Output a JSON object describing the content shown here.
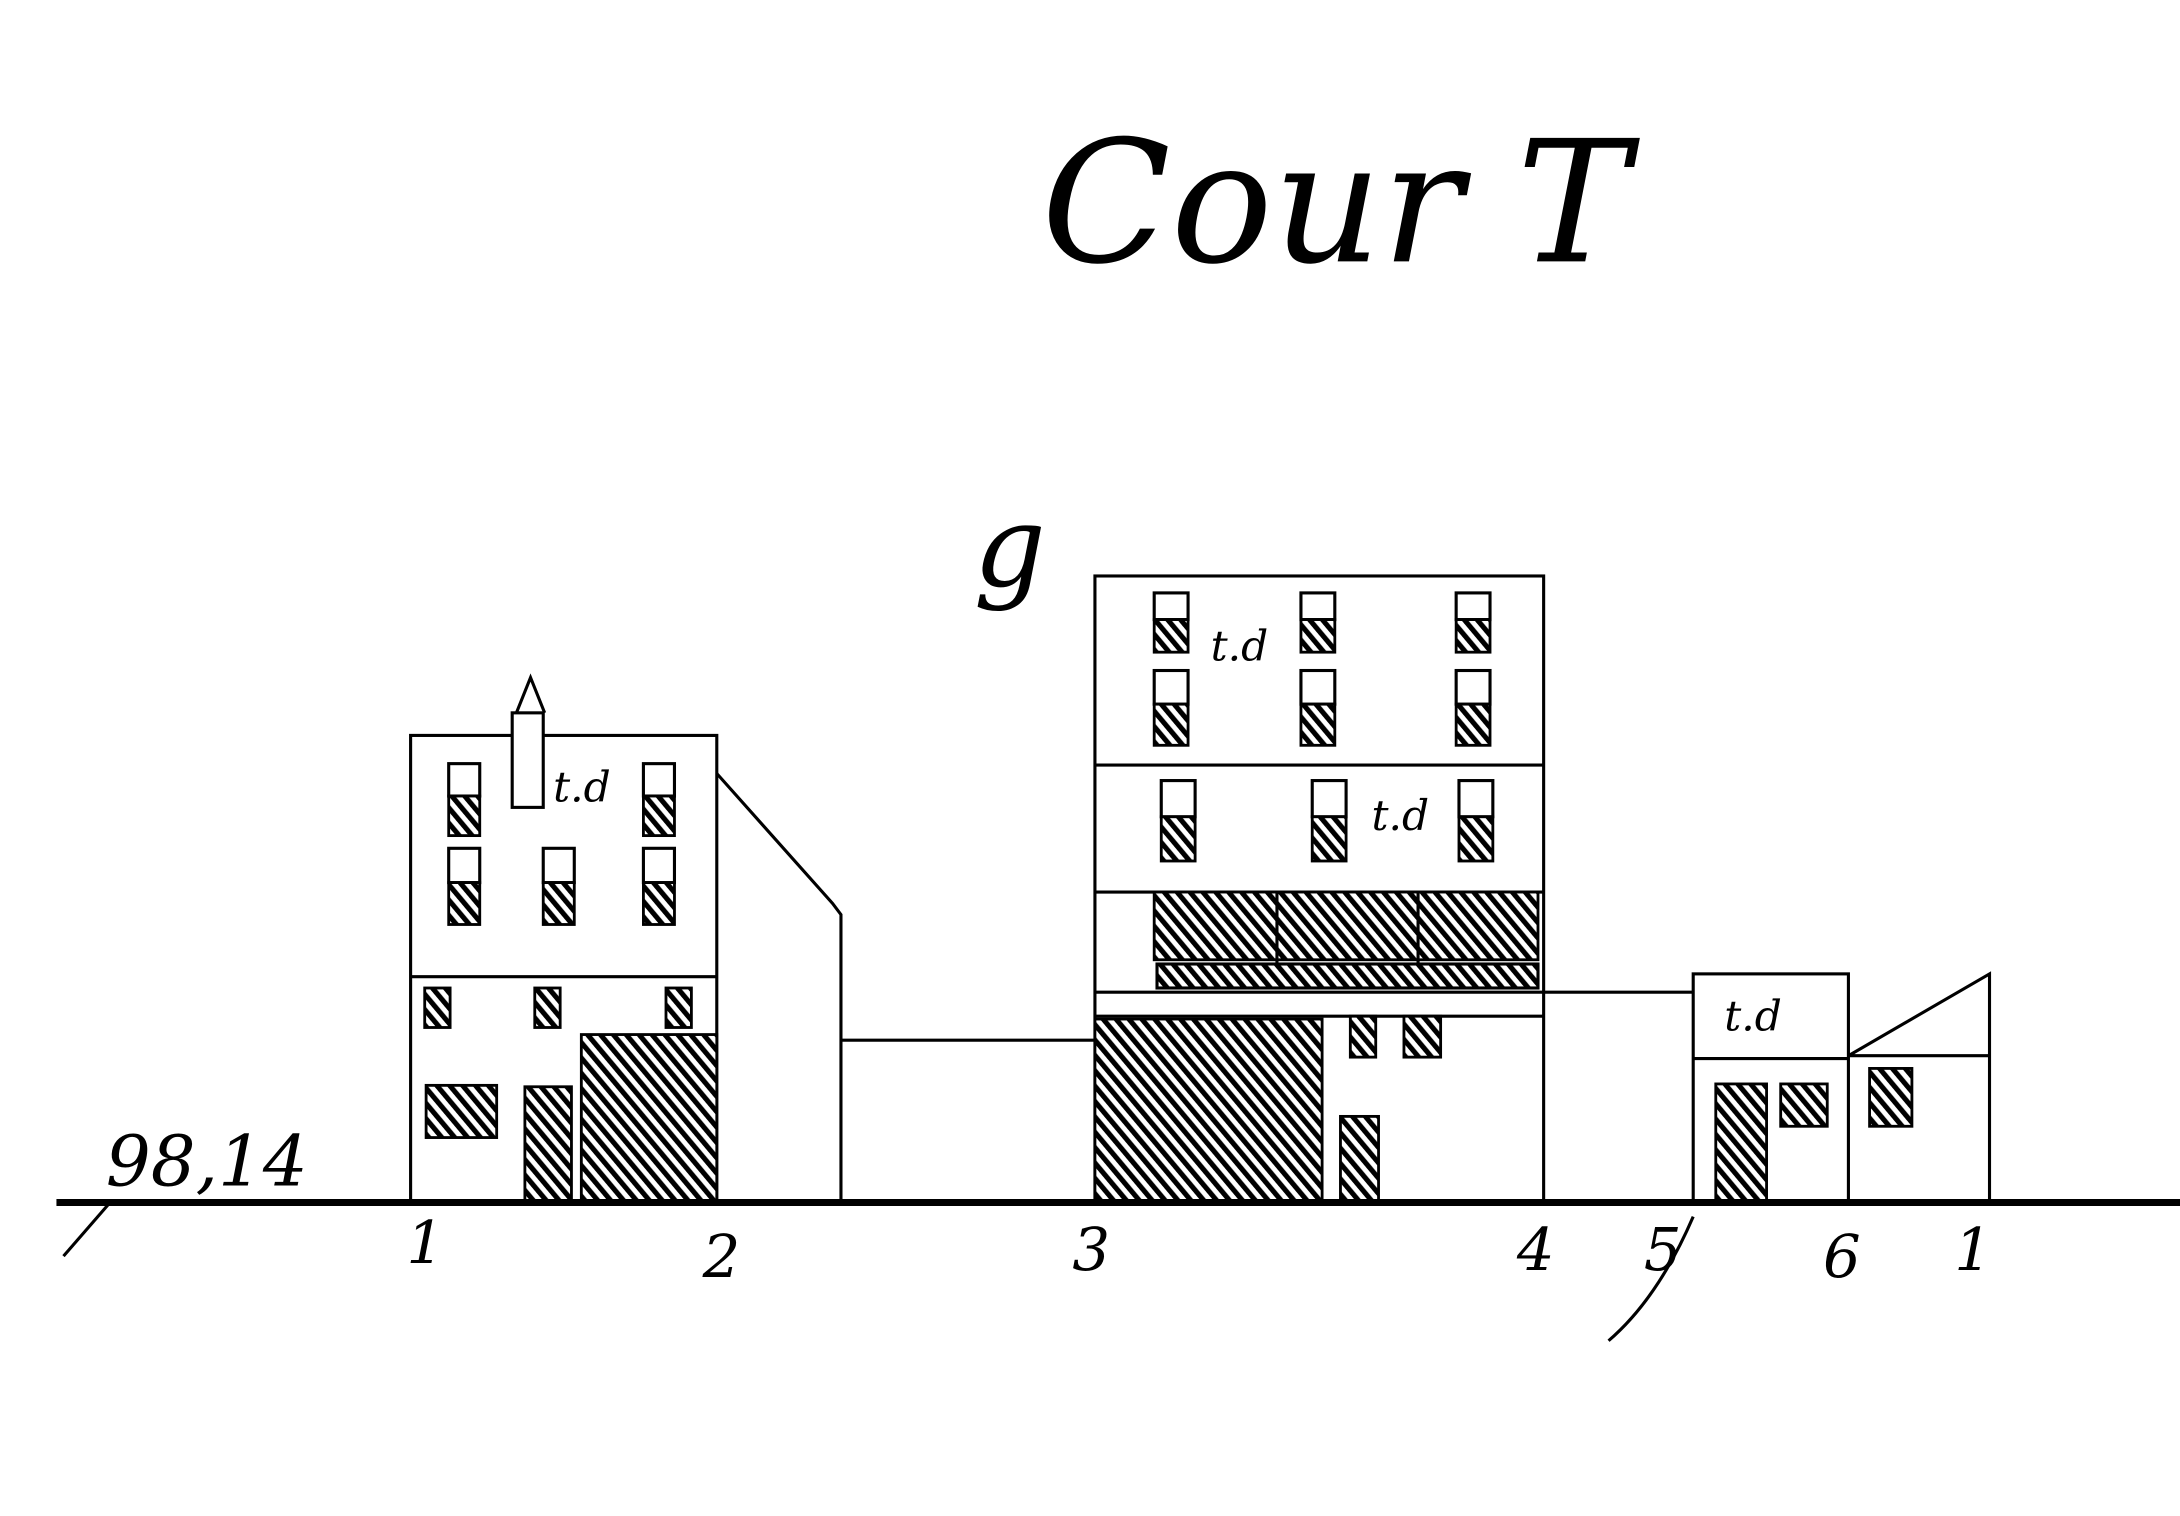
{
  "title": "Cour T",
  "section_letter": "g",
  "measurement": "98,14",
  "markers": [
    "1",
    "2",
    "3",
    "4",
    "5",
    "6",
    "1"
  ],
  "building_labels": [
    "t.d",
    "t.d",
    "t.d",
    "t.d"
  ],
  "colors": {
    "ink": "#000000",
    "paper": "#ffffff"
  }
}
